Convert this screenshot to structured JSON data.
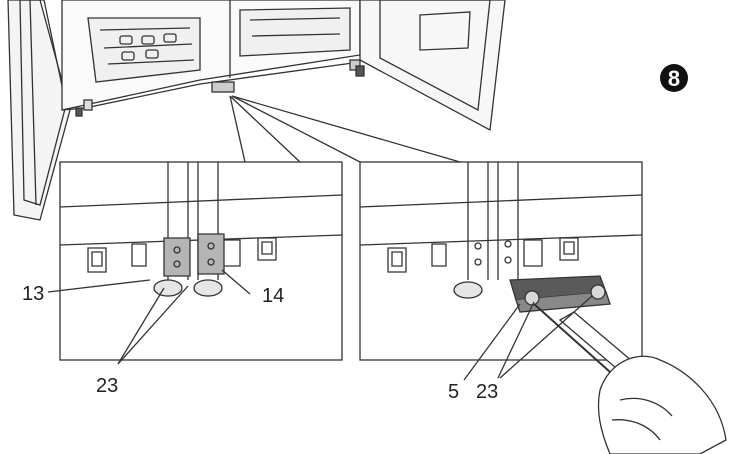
{
  "step_badge": "8",
  "callouts": {
    "left_panel": {
      "label_13": "13",
      "label_14": "14",
      "label_23": "23"
    },
    "right_panel": {
      "label_5": "5",
      "label_23": "23"
    }
  },
  "colors": {
    "line": "#333333",
    "badge": "#111111",
    "bracket_fill": "#b5b5b5",
    "cover_fill": "#5a5a5a"
  }
}
